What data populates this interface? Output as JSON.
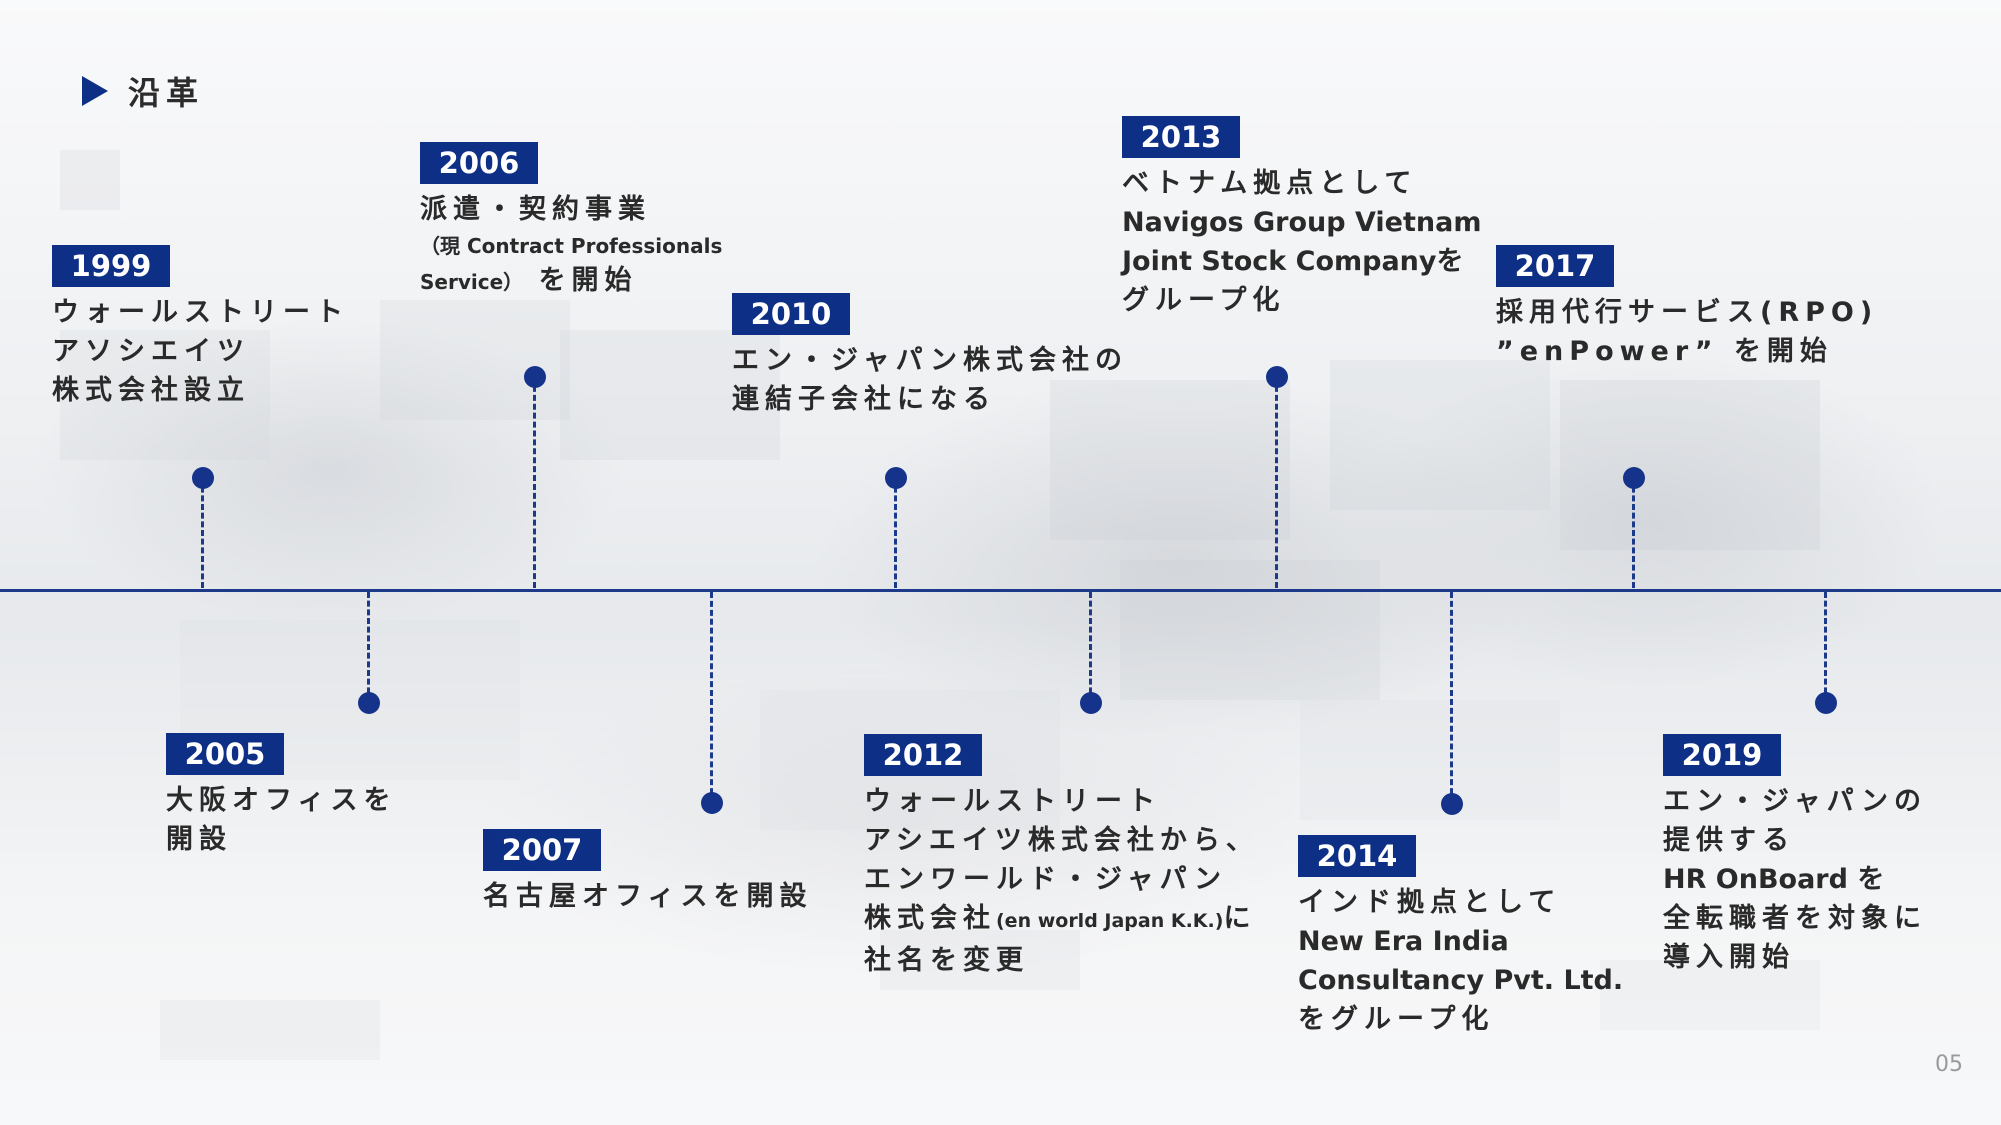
{
  "header": {
    "title": "沿革"
  },
  "page_number": "05",
  "colors": {
    "accent": "#0e2f86",
    "axis": "#1d3a8a",
    "text": "#2a2a2a"
  },
  "events": [
    {
      "year": "1999",
      "lines": [
        "ウォールストリート",
        "アソシエイツ",
        "株式会社設立"
      ]
    },
    {
      "year": "2005",
      "lines": [
        "大阪オフィスを",
        "開設"
      ]
    },
    {
      "year": "2006",
      "line1": "派遣・契約事業",
      "line2": "（現 Contract Professionals",
      "line3_a": "Service）",
      "line3_b": "を開始"
    },
    {
      "year": "2007",
      "lines": [
        "名古屋オフィスを開設"
      ]
    },
    {
      "year": "2010",
      "lines": [
        "エン・ジャパン株式会社の",
        "連結子会社になる"
      ]
    },
    {
      "year": "2012",
      "line1": "ウォールストリート",
      "line2": "アシエイツ株式会社から、",
      "line3": "エンワールド・ジャパン",
      "line4_a": "株式会社",
      "line4_b": "(en world Japan K.K.)",
      "line4_c": "に",
      "line5": "社名を変更"
    },
    {
      "year": "2013",
      "lines": [
        "ベトナム拠点として",
        "Navigos Group Vietnam",
        "Joint Stock Companyを",
        "グループ化"
      ]
    },
    {
      "year": "2014",
      "lines": [
        "インド拠点として",
        "New Era India",
        "Consultancy Pvt. Ltd.",
        "をグループ化"
      ]
    },
    {
      "year": "2017",
      "lines": [
        "採用代行サービス(RPO)",
        "”enPower” を開始"
      ]
    },
    {
      "year": "2019",
      "lines": [
        "エン・ジャパンの",
        "提供する",
        "HR OnBoard を",
        "全転職者を対象に",
        "導入開始"
      ]
    }
  ]
}
